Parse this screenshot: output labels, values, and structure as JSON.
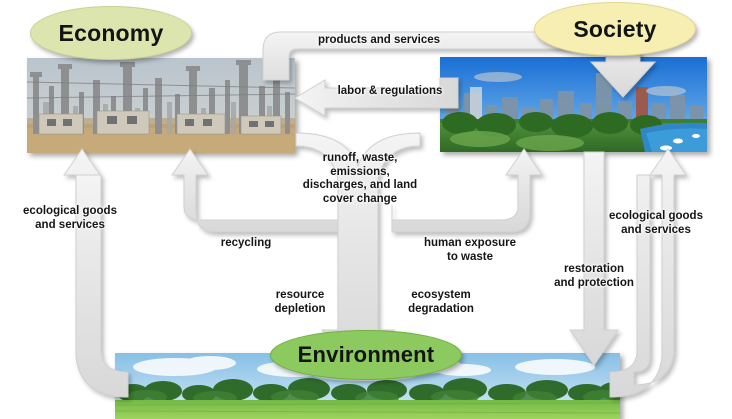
{
  "diagram": {
    "title": "Economy, Society and Environment interaction diagram",
    "nodes": [
      {
        "id": "economy",
        "label": "Economy",
        "fill": "#dde5ae",
        "stroke": "#c7d392",
        "image": "industrial-refinery-photo"
      },
      {
        "id": "society",
        "label": "Society",
        "fill": "#f7eeb2",
        "stroke": "#e3d78d",
        "image": "city-skyline-park-photo"
      },
      {
        "id": "environment",
        "label": "Environment",
        "fill": "#8cc95f",
        "stroke": "#6fb040",
        "image": "green-field-forest-photo"
      }
    ],
    "flows": [
      {
        "id": "products-and-services",
        "label": "products and services",
        "from": "economy",
        "to": "society"
      },
      {
        "id": "labor-and-regulations",
        "label": "labor & regulations",
        "from": "society",
        "to": "economy"
      },
      {
        "id": "runoff-waste",
        "label": "runoff, waste,\nemissions,\ndischarges, and land\ncover change",
        "from": "economy, society",
        "to": "environment"
      },
      {
        "id": "recycling",
        "label": "recycling",
        "from": "environment",
        "to": "economy"
      },
      {
        "id": "human-exposure-to-waste",
        "label": "human exposure\nto waste",
        "from": "environment",
        "to": "society"
      },
      {
        "id": "resource-depletion",
        "label": "resource\ndepletion",
        "from": "economy",
        "to": "environment"
      },
      {
        "id": "ecosystem-degradation",
        "label": "ecosystem\ndegradation",
        "from": "society",
        "to": "environment"
      },
      {
        "id": "restoration-and-protection",
        "label": "restoration\nand protection",
        "from": "society",
        "to": "environment"
      },
      {
        "id": "ecological-goods-left",
        "label": "ecological goods\nand services",
        "from": "environment",
        "to": "economy"
      },
      {
        "id": "ecological-goods-right",
        "label": "ecological goods\nand services",
        "from": "environment",
        "to": "society"
      }
    ],
    "arrow_style": {
      "fill": "#e8e8e8",
      "stroke": "#cfcfcf"
    }
  }
}
